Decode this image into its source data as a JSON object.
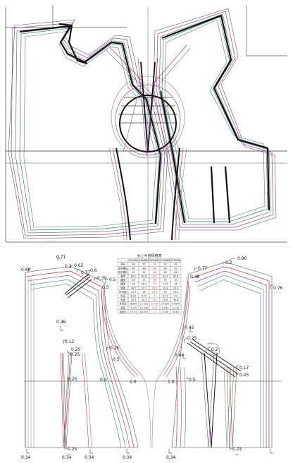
{
  "size_table": {
    "title": "女上半身规格表",
    "headers": [
      "",
      "155/76A",
      "160/80A",
      "165/84A",
      "170/88A",
      "175/92A"
    ],
    "rows": [
      [
        "背长",
        "36",
        "37",
        "38",
        "39",
        "40"
      ],
      [
        "后中腰长",
        "84",
        "86",
        "88",
        "90",
        "92"
      ],
      [
        "前中腰长",
        "92",
        "94",
        "96",
        "98",
        "100"
      ],
      [
        "胸围",
        "80.2",
        "82.6",
        "85",
        "87.4",
        "89.8"
      ],
      [
        "腰围",
        "36",
        "37",
        "38",
        "39",
        "40"
      ],
      [
        "腹围",
        "16",
        "16.5",
        "17",
        "17.5",
        "18"
      ],
      [
        "臀围",
        "18.7",
        "19.1",
        "19.5",
        "19.9",
        "20.3"
      ],
      [
        "BP间距",
        "17.5",
        "18",
        "18.5",
        "19",
        "19.5"
      ],
      [
        "乳深",
        "8.25",
        "8.75",
        "9",
        "9.25",
        "9.5"
      ],
      [
        "乳宽",
        "23.4",
        "24.2",
        "25",
        "25.8",
        "26.6"
      ],
      [
        "肩点高",
        "26.875",
        "27.125",
        "27.375",
        "27.625",
        "27.875"
      ],
      [
        "肩宽",
        "11.277",
        "11.548",
        "11.8",
        "12.05",
        "12.30"
      ],
      [
        "袖窿深",
        "15.74",
        "16.457",
        "17",
        "17.50",
        "18.05"
      ]
    ]
  },
  "grade_labels": {
    "v066": "0.66",
    "v071": "0.71",
    "v02_top": "0.2",
    "v062": "0.62",
    "v037": "0.37",
    "v06": "0.6",
    "v039": "0.39",
    "v05_a": "0.5",
    "v05_b": "0.5",
    "v046": "0.46",
    "v012": "0.12",
    "v025_a": "0.25",
    "v025_b": "0.25",
    "v025_c": "0.25",
    "v05_c": "0.5",
    "v10_a": "1.0",
    "v10_b": "1.0",
    "v05_d": "0.5",
    "v025_d": "0.25",
    "v025_e": "0.25",
    "v034_a": "0.34",
    "v034_b": "0.34",
    "v034_c": "0.34",
    "v034_d": "0.34",
    "v034_e": "0.34",
    "v025_f": "0.25",
    "v096": "0.96",
    "v02_r": "0.2",
    "v077": "0.77",
    "v048": "0.48",
    "v076": "0.76",
    "v045": "0.45",
    "v025_g": "0.25",
    "v02_mid": "0.2",
    "v064": "0.64",
    "v017": "0.17",
    "v025_h": "0.25",
    "v05_e": "0.5"
  },
  "colors": {
    "outline_bold": "#111111",
    "grade_gray": "#7f7f7f",
    "grade_purple": "#9b3fa0",
    "grade_red": "#c0392b",
    "grade_green": "#2e8b57",
    "grade_blue": "#4a6fb0"
  }
}
